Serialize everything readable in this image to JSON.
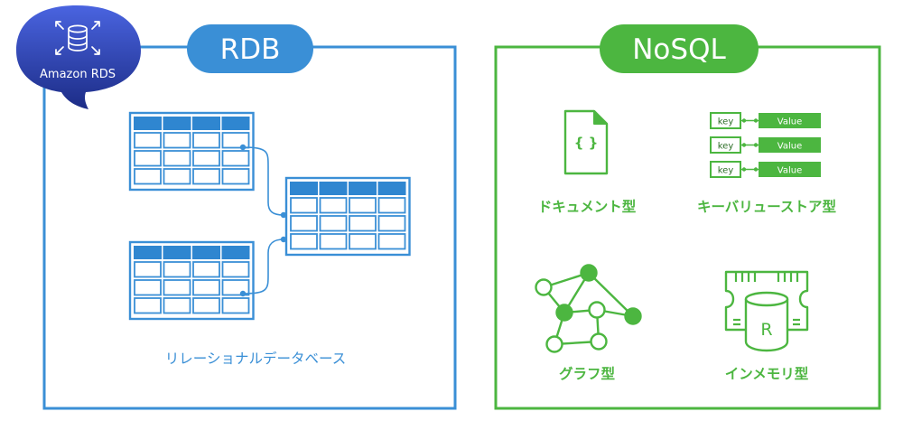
{
  "colors": {
    "rdb": "#3a8fd6",
    "rdb_header": "#2f86d0",
    "nosql": "#4cb640",
    "nosql_dark": "#3ea336",
    "badge_dark": "#1c2c86",
    "badge_light": "#4a64e0",
    "white": "#ffffff"
  },
  "badge": {
    "label": "Amazon RDS",
    "icon": "database-icon"
  },
  "rdb": {
    "title": "RDB",
    "caption": "リレーショナルデータベース",
    "tables": [
      {
        "cols": 4,
        "rows": 3
      },
      {
        "cols": 4,
        "rows": 3
      },
      {
        "cols": 4,
        "rows": 3
      }
    ]
  },
  "nosql": {
    "title": "NoSQL",
    "document": {
      "label": "ドキュメント型",
      "icon_text": "{ }",
      "icon": "document-icon"
    },
    "kv": {
      "label": "キーバリューストア型",
      "icon": "key-value-icon",
      "pairs": [
        {
          "key": "key",
          "value": "Value"
        },
        {
          "key": "key",
          "value": "Value"
        },
        {
          "key": "key",
          "value": "Value"
        }
      ]
    },
    "graph": {
      "label": "グラフ型",
      "icon": "graph-icon"
    },
    "memory": {
      "label": "インメモリ型",
      "icon": "memory-chip-icon",
      "icon_text": "R"
    }
  }
}
